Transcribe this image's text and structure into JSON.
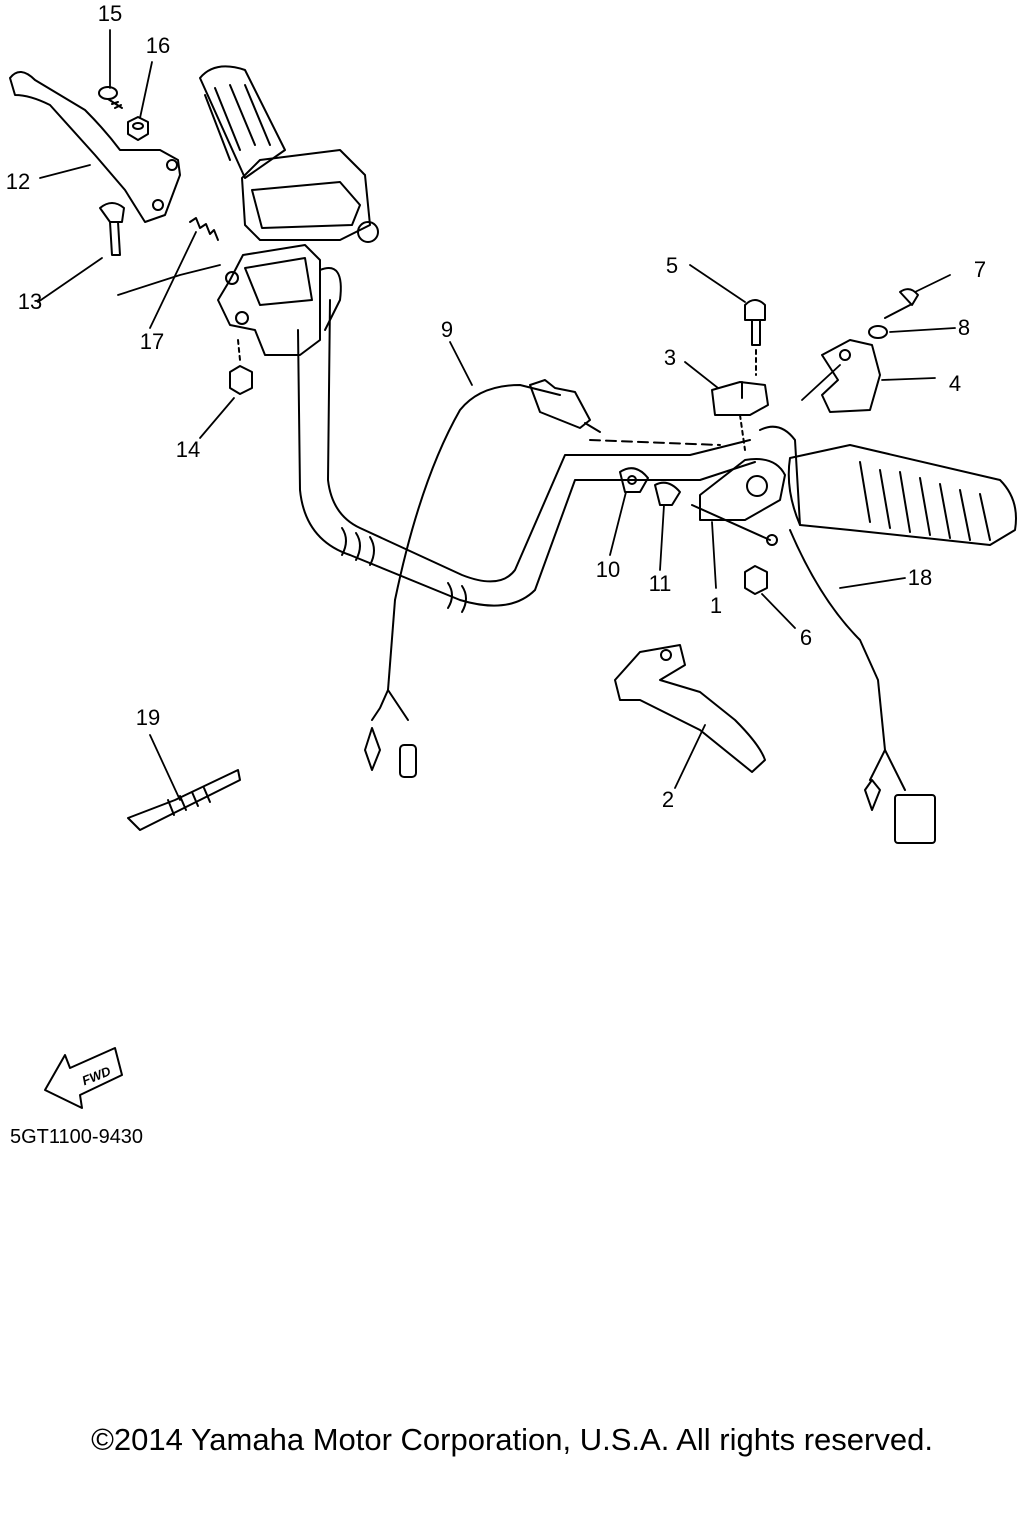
{
  "diagram": {
    "callouts": [
      "1",
      "2",
      "3",
      "4",
      "5",
      "6",
      "7",
      "8",
      "9",
      "10",
      "11",
      "12",
      "13",
      "14",
      "15",
      "16",
      "17",
      "18",
      "19"
    ],
    "fwd_label": "FWD",
    "code": "5GT1100-9430"
  },
  "footer": {
    "copyright": "©2014 Yamaha Motor Corporation, U.S.A. All rights reserved."
  }
}
